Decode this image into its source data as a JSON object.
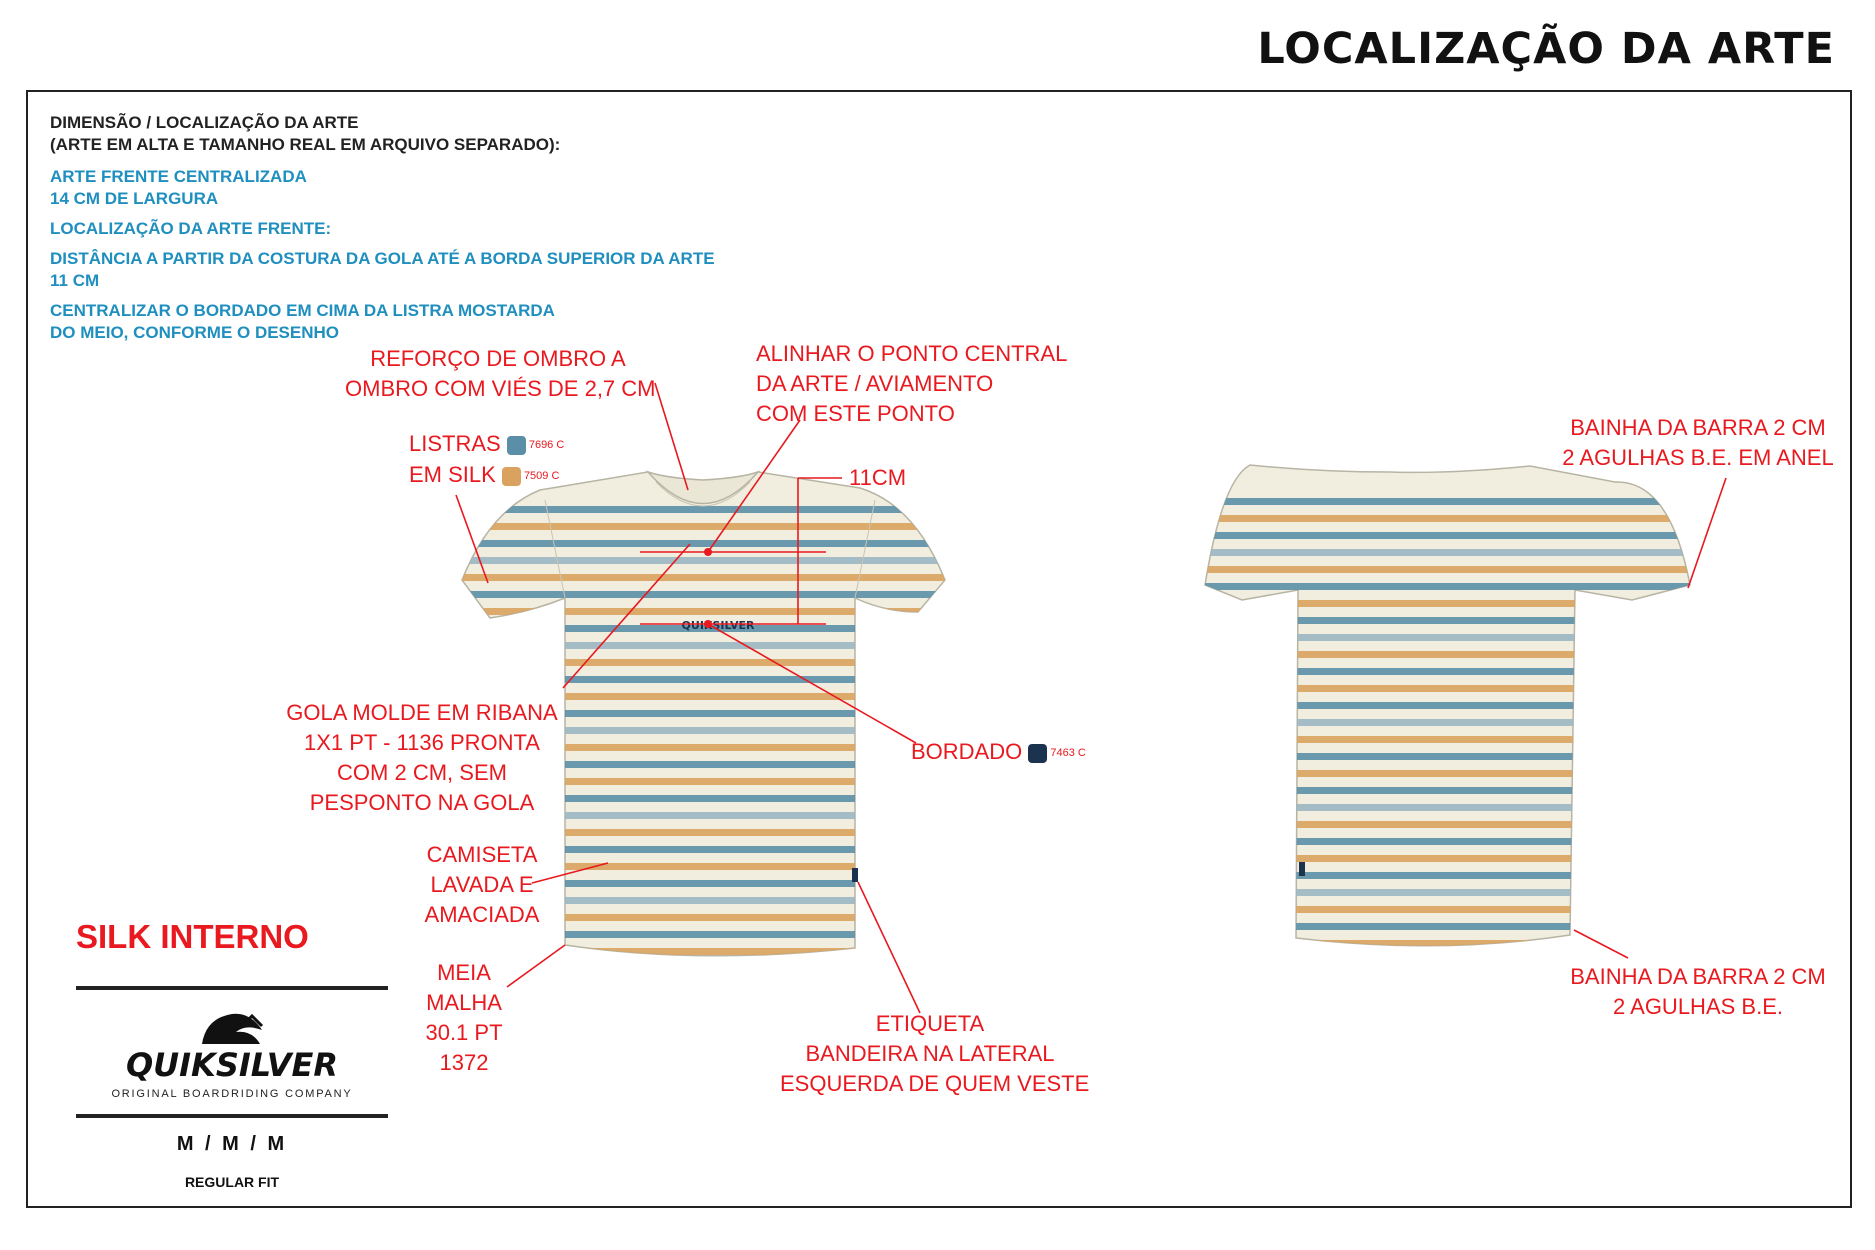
{
  "page": {
    "title": "LOCALIZAÇÃO DA ARTE"
  },
  "specs": {
    "heading_line1": "DIMENSÃO / LOCALIZAÇÃO DA ARTE",
    "heading_line2": "(ARTE EM ALTA E TAMANHO REAL EM ARQUIVO SEPARADO):",
    "center_line1": "ARTE FRENTE CENTRALIZADA",
    "center_line2": "14 CM DE LARGURA",
    "front_location": "LOCALIZAÇÃO DA ARTE FRENTE:",
    "distance_line1": "DISTÂNCIA A PARTIR DA COSTURA DA GOLA ATÉ A BORDA SUPERIOR DA ARTE",
    "distance_line2": "11 CM",
    "embroidery_line1": "CENTRALIZAR O BORDADO EM CIMA DA LISTRA MOSTARDA",
    "embroidery_line2": "DO MEIO, CONFORME O DESENHO"
  },
  "callouts": {
    "shoulder_line1": "REFORÇO DE OMBRO A",
    "shoulder_line2": "OMBRO COM VIÉS DE 2,7 CM",
    "align_line1": "ALINHAR O PONTO CENTRAL",
    "align_line2": "DA ARTE / AVIAMENTO",
    "align_line3": "COM ESTE PONTO",
    "measure": "11CM",
    "stripes_line1": "LISTRAS",
    "stripes_line2": "EM SILK",
    "stripes_code1": "7696 C",
    "stripes_code2": "7509 C",
    "collar_line1": "GOLA MOLDE EM RIBANA",
    "collar_line2": "1X1 PT - 1136 PRONTA",
    "collar_line3": "COM 2 CM, SEM",
    "collar_line4": "PESPONTO NA GOLA",
    "embroidery": "BORDADO",
    "embroidery_code": "7463 C",
    "washed_line1": "CAMISETA",
    "washed_line2": "LAVADA E",
    "washed_line3": "AMACIADA",
    "fabric_line1": "MEIA",
    "fabric_line2": "MALHA",
    "fabric_line3": "30.1 PT",
    "fabric_line4": "1372",
    "label_line1": "ETIQUETA",
    "label_line2": "BANDEIRA NA LATERAL",
    "label_line3": "ESQUERDA DE QUEM VESTE",
    "sleeve_hem_line1": "BAINHA DA BARRA 2 CM",
    "sleeve_hem_line2": "2 AGULHAS B.E. EM ANEL",
    "hem_line1": "BAINHA DA BARRA 2 CM",
    "hem_line2": "2 AGULHAS B.E."
  },
  "colors": {
    "blue_stripe": "#5b8fa8",
    "mustard_stripe": "#d9a35f",
    "navy_embroidery": "#1c3350",
    "annotation_red": "#e8191f",
    "spec_blue": "#1f8fbf",
    "fabric": "#f1eedf"
  },
  "footer": {
    "silk": "SILK INTERNO",
    "brand_logo": "QUIKSILVER",
    "brand_tagline": "ORIGINAL BOARDRIDING COMPANY",
    "sizes": "M / M / M",
    "fit": "REGULAR FIT"
  },
  "garment": {
    "chest_logo": "QUIKSILVER"
  }
}
